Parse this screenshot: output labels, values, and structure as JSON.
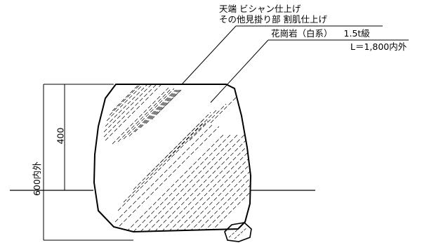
{
  "annotation": {
    "top_finish": "天端 ビシャン仕上げ",
    "other_finish": "その他見掛り部 割肌仕上げ",
    "material": "花崗岩（白系）",
    "grade": "1.5t級",
    "length": "L＝1,800内外"
  },
  "dimensions": {
    "above_ground": "400",
    "total_height": "600内外"
  }
}
